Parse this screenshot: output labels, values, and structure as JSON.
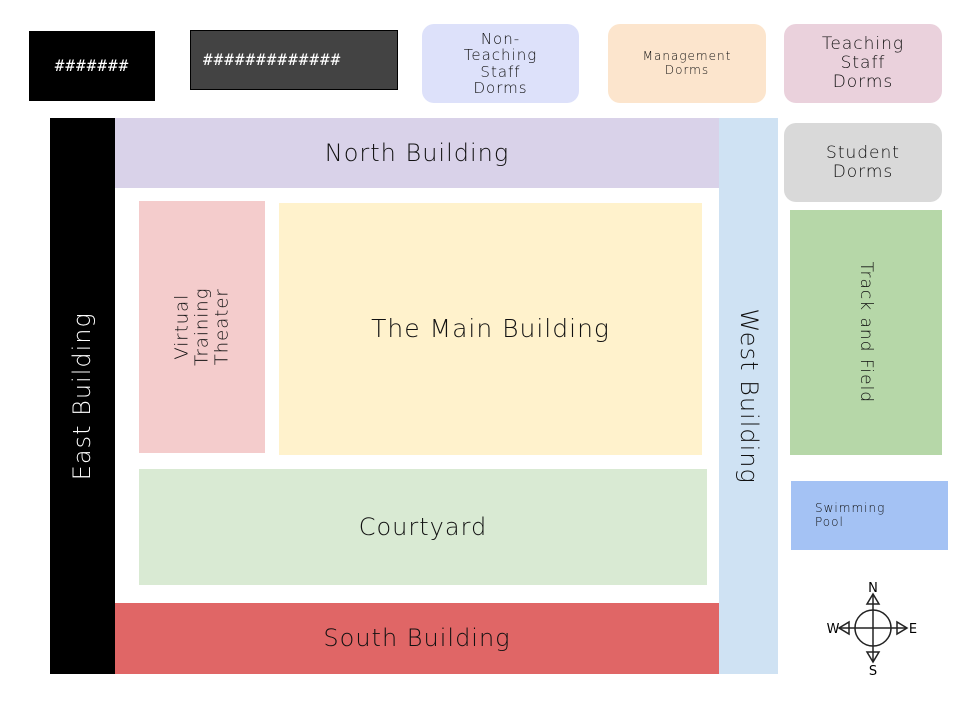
{
  "legend": {
    "label1": "#######",
    "label2": "#############"
  },
  "buildings": {
    "non_teaching": "Non-Teaching Staff Dorms",
    "management": "Management Dorms",
    "teaching": "Teaching Staff Dorms",
    "east": "East Building",
    "north": "North Building",
    "west": "West Building",
    "student": "Student Dorms",
    "track": "Track and Field",
    "pool": "Swimming Pool",
    "vtt": "Virtual Training Theater",
    "main": "The Main Building",
    "courtyard": "Courtyard",
    "south": "South Building"
  },
  "compass": {
    "n": "N",
    "s": "S",
    "e": "E",
    "w": "W"
  },
  "colors": {
    "non_teaching": "#dde1fa",
    "management": "#fce5cd",
    "teaching": "#ead1dc",
    "east": "#000000",
    "north": "#d9d2e9",
    "west": "#cfe2f3",
    "student": "#d9d9d9",
    "track": "#b6d7a8",
    "pool": "#a4c2f4",
    "vtt": "#f4cccc",
    "main": "#fff2cc",
    "courtyard": "#d9ead3",
    "south": "#e06666"
  }
}
